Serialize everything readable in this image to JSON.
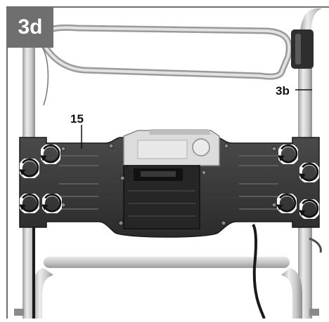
{
  "figure": {
    "badge_label": "3d",
    "callouts": {
      "part_3b": "3b",
      "part_15": "15"
    },
    "icons": [
      "rotation-arrow-icon"
    ],
    "colors": {
      "background": "#ffffff",
      "frame_outline": "#6f6f6f",
      "badge": "#6f6f6f",
      "tube": "#cfcfcf",
      "panel": "#3a3a3a"
    }
  }
}
